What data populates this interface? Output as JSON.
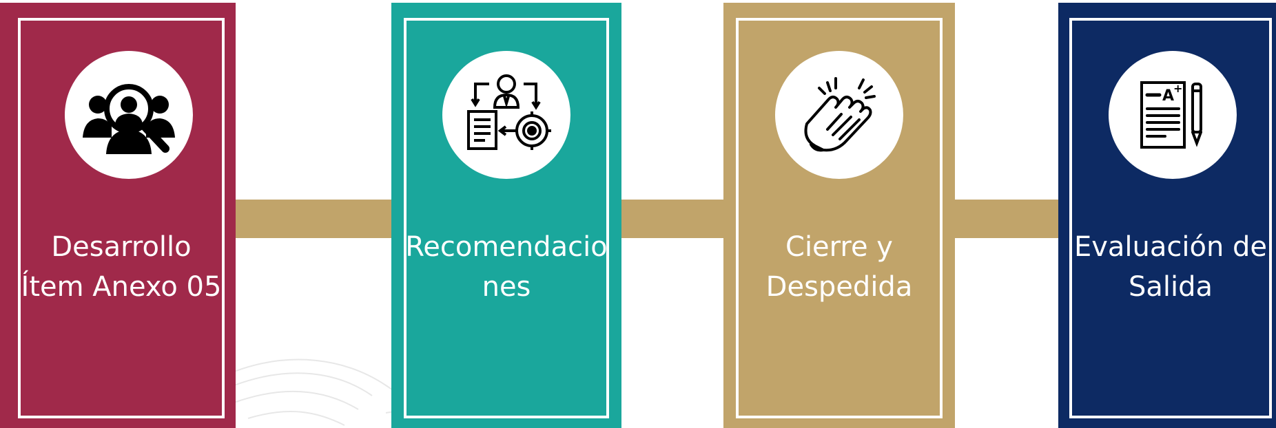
{
  "steps": [
    {
      "label": "Desarrollo\nÍtem Anexo 05",
      "icon": "team-search-icon",
      "color": "#A0294A"
    },
    {
      "label": "Recomendacio\nnes",
      "icon": "workflow-gear-icon",
      "color": "#1AA79C"
    },
    {
      "label": "Cierre y\nDespedida",
      "icon": "clapping-hands-icon",
      "color": "#C1A46A"
    },
    {
      "label": "Evaluación de\nSalida",
      "icon": "graded-document-icon",
      "color": "#0D2A63"
    }
  ],
  "colors": {
    "connector": "#C1A46A",
    "background": "#FFFFFF"
  }
}
